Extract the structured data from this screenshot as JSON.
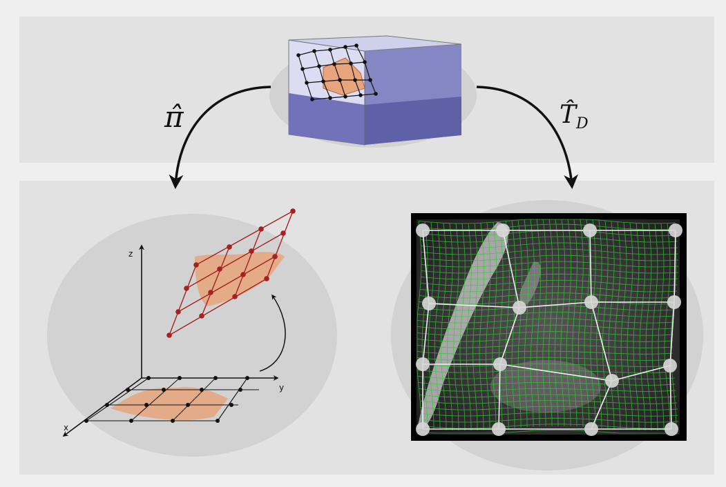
{
  "labels": {
    "pi": "π̂",
    "t": "T̂",
    "t_sub": "D"
  },
  "axes": {
    "x": "x",
    "y": "y",
    "z": "z"
  },
  "colors": {
    "page_bg": "#efefef",
    "panel_bg": "#e2e2e2",
    "halo": "#d2d2d2",
    "volume_blue": "#6d6fb6",
    "slice_orange": "#e8a47c",
    "grid_red": "#a52020",
    "deform_green": "#3ac43a",
    "control_point": "#d8d8d8"
  }
}
